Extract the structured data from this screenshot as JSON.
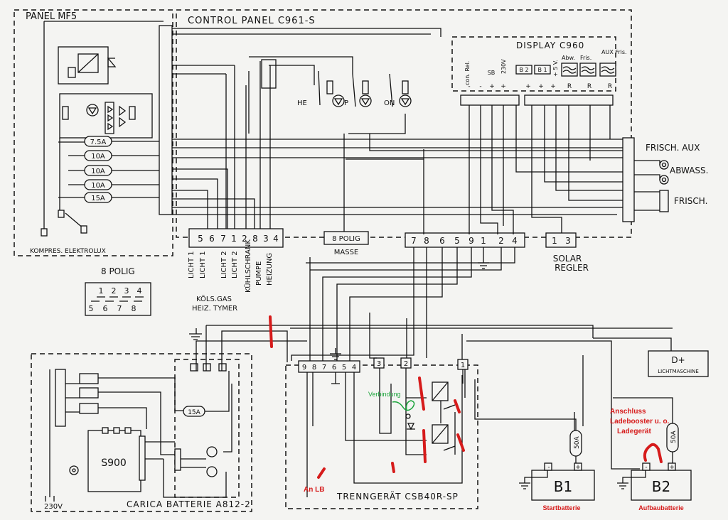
{
  "panels": {
    "mf5": "PANEL MF5",
    "control": "CONTROL PANEL C961-S",
    "display": "DISPLAY C960",
    "carica": "CARICA BATTERIE A812-2",
    "trenn": "TRENNGERÄT CSB40R-SP",
    "kompres": "KOMPRES. ELEKTROLUX",
    "polig_small": "8 POLIG",
    "polig_masse": "8 POLIG",
    "masse": "MASSE",
    "solar": "SOLAR",
    "regler": "REGLER"
  },
  "fuses": [
    "7.5A",
    "10A",
    "10A",
    "10A",
    "15A"
  ],
  "switches": [
    "HE",
    "P",
    "ON"
  ],
  "display_labels": [
    "con. Rel.",
    "SB",
    "230V",
    "B 2",
    "B 1",
    "+ 5 V.",
    "Abw.",
    "Fris.",
    "AUX Fris."
  ],
  "display_pins": [
    "-",
    "-",
    "+",
    "+",
    "+",
    "+",
    "+",
    "R",
    "R",
    "R"
  ],
  "terminals": {
    "left": [
      "5",
      "6",
      "7",
      "1",
      "2",
      "8",
      "3",
      "4"
    ],
    "right": [
      "7",
      "8",
      "6",
      "5",
      "9",
      "1",
      "2",
      "4"
    ],
    "solar": [
      "1",
      "3"
    ],
    "trenn_row": [
      "9",
      "8",
      "7",
      "6",
      "5",
      "4"
    ],
    "trenn_singles": [
      "3",
      "2",
      "1"
    ],
    "polig_grid": [
      [
        "1",
        "2",
        "3",
        "4"
      ],
      [
        "5",
        "6",
        "7",
        "8"
      ]
    ]
  },
  "vert_labels": {
    "licht1a": "LICHT 1",
    "licht1b": "LICHT 1",
    "licht2a": "LICHT 2",
    "licht2b": "LICHT 2",
    "kuhl": "KÜHLSCHRANK",
    "pumpe": "PUMPE",
    "heizung": "HEIZUNG"
  },
  "kols": "KÖLS.GAS",
  "heiz_tymer": "HEIZ. TYMER",
  "tanks": [
    "FRISCH. AUX",
    "ABWASS.",
    "FRISCH."
  ],
  "d_plus": "D+",
  "lichtmaschine": "LICHTMASCHINE",
  "fuse_50a": "50A",
  "fuse_15a": "15A",
  "s900": "S900",
  "v230": "230V",
  "b1": "B1",
  "b2": "B2",
  "startbatterie": "Startbatterie",
  "aufbaubatterie": "Aufbaubatterie",
  "an_lb": "An LB",
  "verbindung": "Verbindung",
  "anschluss": [
    "Anschluss",
    "Ladebooster u. o.",
    "Ladegerät"
  ],
  "colors": {
    "red": "#d61b1b",
    "green": "#1aa33a",
    "ink": "#111111"
  }
}
